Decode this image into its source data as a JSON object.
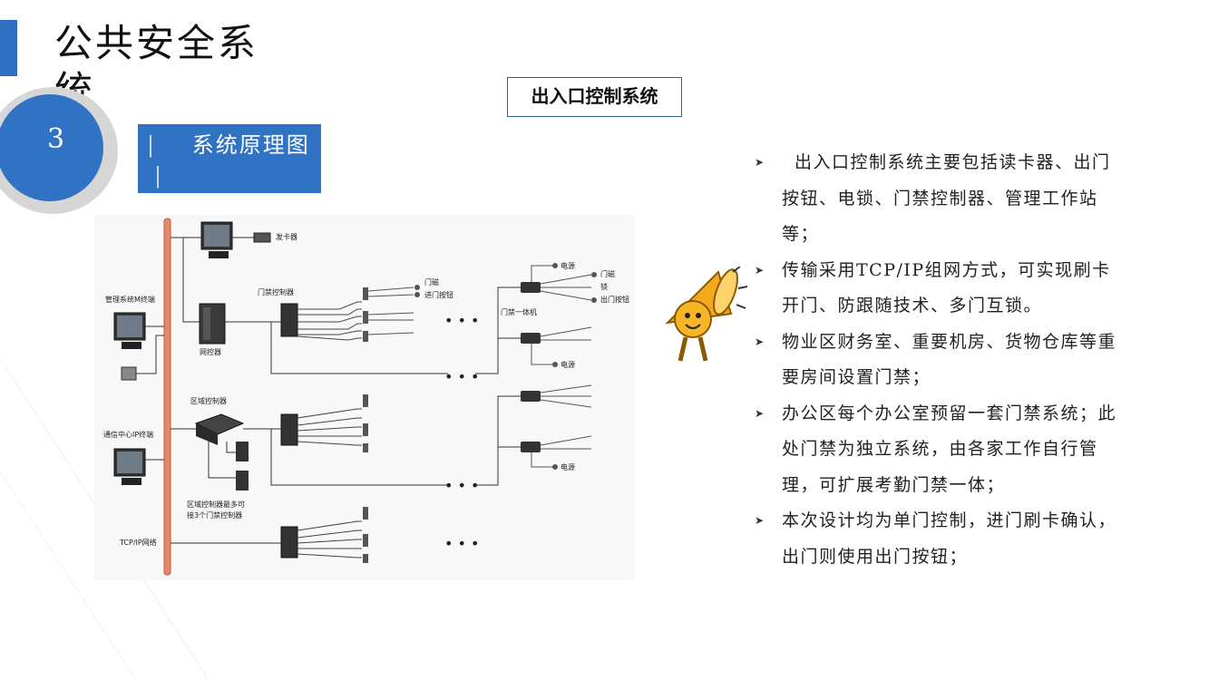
{
  "header": {
    "title": "公共安全系统",
    "section_number": "3",
    "subtitle_sep": "|",
    "subtitle": "系统原理图"
  },
  "diagram_title": "出入口控制系统",
  "diagram": {
    "labels": {
      "card_issuer": "发卡器",
      "management_terminal": "管理系统M终端",
      "network_controller": "网控器",
      "door_controller": "门禁控制器",
      "door_magnet": "门磁",
      "exit_button": "进门按钮",
      "lock": "锁",
      "exit_button_2": "出门按钮",
      "power": "电源",
      "integrated_unit": "门禁一体机",
      "area_controller": "区域控制器",
      "comm_terminal": "通信中心IP终端",
      "area_note_1": "区域控制器最多可",
      "area_note_2": "接3个门禁控制器",
      "tcpip": "TCP/IP网络",
      "ellipsis": "• • •"
    }
  },
  "bullets": [
    "出入口控制系统主要包括读卡器、出门按钮、电锁、门禁控制器、管理工作站等；",
    "传输采用TCP/IP组网方式，可实现刷卡开门、防跟随技术、多门互锁。",
    "物业区财务室、重要机房、货物仓库等重要房间设置门禁；",
    "办公区每个办公室预留一套门禁系统；此处门禁为独立系统，由各家工作自行管理，可扩展考勤门禁一体；",
    "本次设计均为单门控制，进门刷卡确认，出门则使用出门按钮；"
  ],
  "bullet_marker": "➤",
  "colors": {
    "accent": "#3073c4",
    "circle_ring": "#d6d6d6",
    "bus": "#e8876a",
    "mascot": "#f3a91a"
  },
  "icons": {
    "mascot": "megaphone-mascot-icon"
  }
}
